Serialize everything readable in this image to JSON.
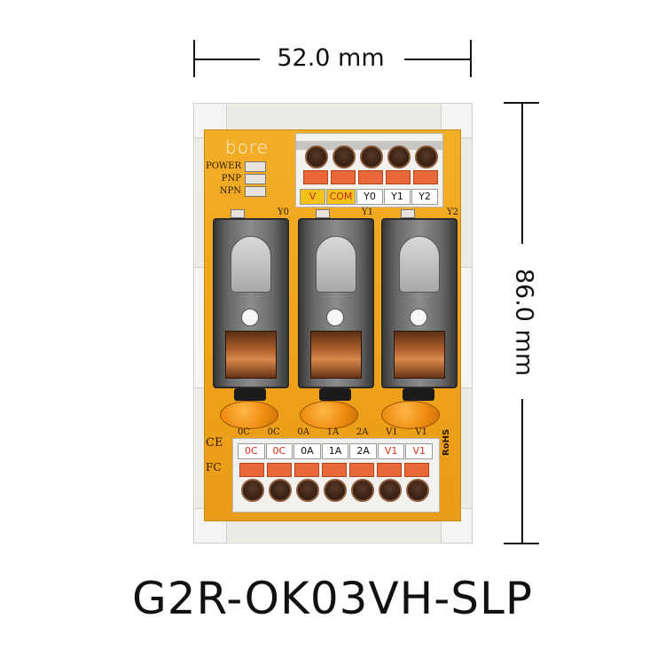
{
  "dimensions": {
    "width": "52.0 mm",
    "height": "86.0 mm"
  },
  "model": "G2R-OK03VH-SLP",
  "board": {
    "brand": "bore",
    "indicators": [
      "POWER",
      "PNP",
      "NPN"
    ],
    "relay_labels": [
      "Y0",
      "Y1",
      "Y2"
    ],
    "top_terminals": [
      {
        "label": "V",
        "style": "yellow"
      },
      {
        "label": "COM",
        "style": "yellow"
      },
      {
        "label": "Y0",
        "style": "white"
      },
      {
        "label": "Y1",
        "style": "white"
      },
      {
        "label": "Y2",
        "style": "white"
      }
    ],
    "bottom_silk": [
      "0C",
      "0C",
      "0A",
      "1A",
      "2A",
      "V1",
      "V1"
    ],
    "bottom_terminals": [
      {
        "label": "0C",
        "style": "red"
      },
      {
        "label": "0C",
        "style": "red"
      },
      {
        "label": "0A",
        "style": "white"
      },
      {
        "label": "1A",
        "style": "white"
      },
      {
        "label": "2A",
        "style": "white"
      },
      {
        "label": "V1",
        "style": "red"
      },
      {
        "label": "V1",
        "style": "red"
      }
    ],
    "marks": {
      "ce": "CE",
      "fc": "FC",
      "rohs": "RoHS"
    }
  },
  "colors": {
    "pcb": "#f0a61c",
    "lever": "#e8683a",
    "varistor": "#ee8d10"
  }
}
